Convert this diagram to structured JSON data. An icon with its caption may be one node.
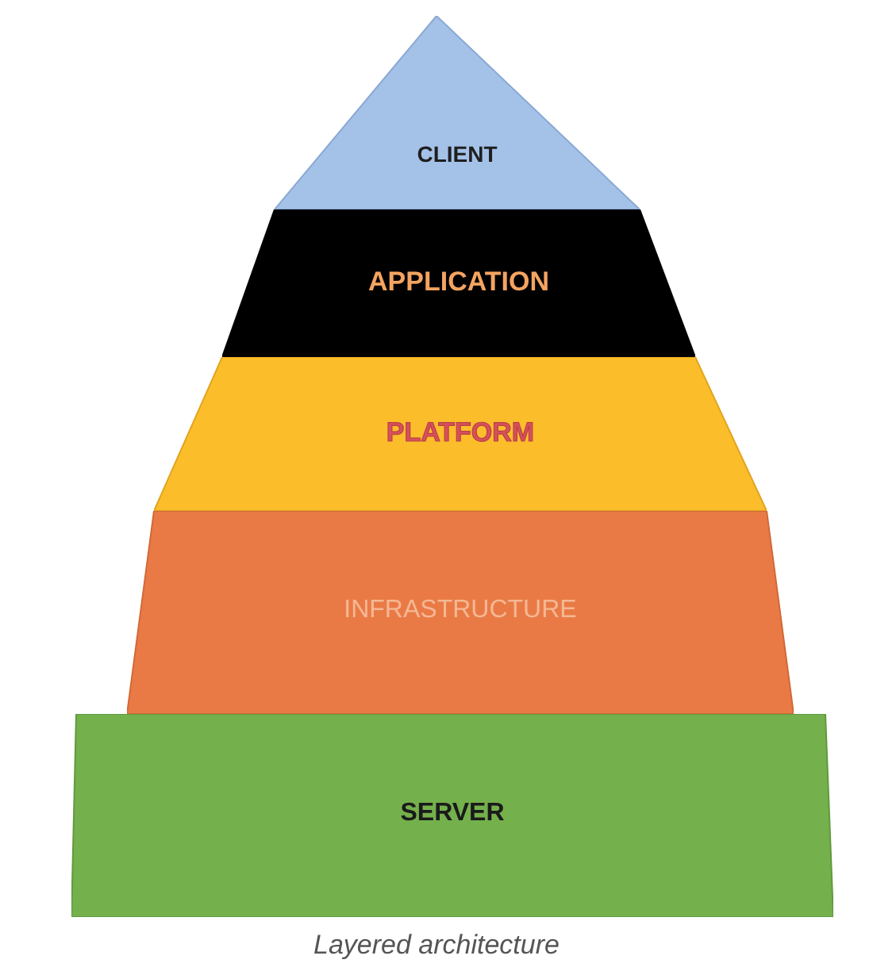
{
  "diagram": {
    "caption": "Layered architecture",
    "nodes": [
      {
        "text": [
          "CLIENT"
        ]
      },
      {
        "text": [
          "APPLICATION"
        ]
      },
      {
        "text": [
          "PLATFORM"
        ]
      },
      {
        "text": [
          "INFRASTRUCTURE"
        ]
      },
      {
        "text": [
          "SERVER"
        ]
      }
    ],
    "edges": []
  }
}
